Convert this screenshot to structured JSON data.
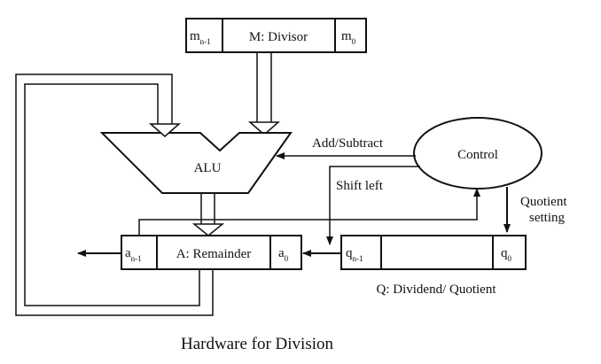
{
  "divisor_register": {
    "left_cell": "m",
    "left_sub": "n-1",
    "label": "M: Divisor",
    "right_cell": "m",
    "right_sub": "0"
  },
  "alu": {
    "label": "ALU"
  },
  "remainder_register": {
    "left_cell": "a",
    "left_sub": "n-1",
    "label": "A: Remainder",
    "right_cell": "a",
    "right_sub": "0"
  },
  "quotient_register": {
    "left_cell": "q",
    "left_sub": "n-1",
    "right_cell": "q",
    "right_sub": "0",
    "label": "Q: Dividend/ Quotient"
  },
  "control": {
    "label": "Control"
  },
  "signals": {
    "add_subtract": "Add/Subtract",
    "shift_left": "Shift left",
    "quotient_setting_line1": "Quotient",
    "quotient_setting_line2": "setting"
  },
  "caption": "Hardware for Division"
}
